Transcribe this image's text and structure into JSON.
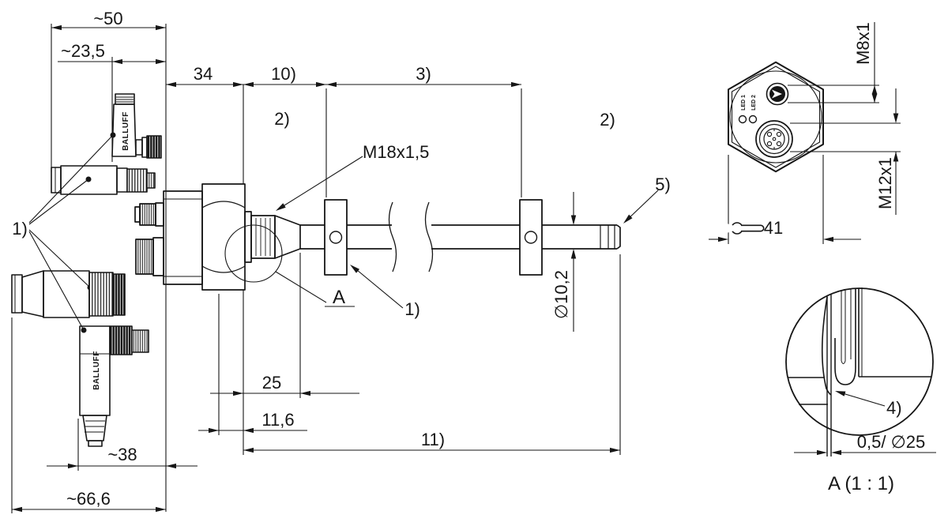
{
  "labels": {
    "approx_50": "~50",
    "approx_23_5": "~23,5",
    "dim_34": "34",
    "dim_10": "10)",
    "dim_3": "3)",
    "note_2_left": "2)",
    "note_2_right": "2)",
    "thread_m18": "M18x1,5",
    "note_5": "5)",
    "dia_10_2": "∅10,2",
    "dim_25": "25",
    "dim_11_6": "11,6",
    "dim_11": "11)",
    "approx_38": "~38",
    "approx_66_6": "~66,6",
    "note_1_connectors": "1)",
    "note_1_bracket": "1)",
    "detail_marker": "A",
    "thread_m8": "M8x1",
    "thread_m12": "M12x1",
    "wrench_41": "41",
    "led_1": "LED 1",
    "led_2": "LED 2",
    "note_4": "4)",
    "gap_dim": "0,5/ ∅25",
    "detail_title": "A (1 : 1)",
    "brand_upper": "BALLUFF",
    "brand_lower": "BALLUFF"
  },
  "colors": {
    "line": "#161616",
    "background": "#ffffff"
  }
}
